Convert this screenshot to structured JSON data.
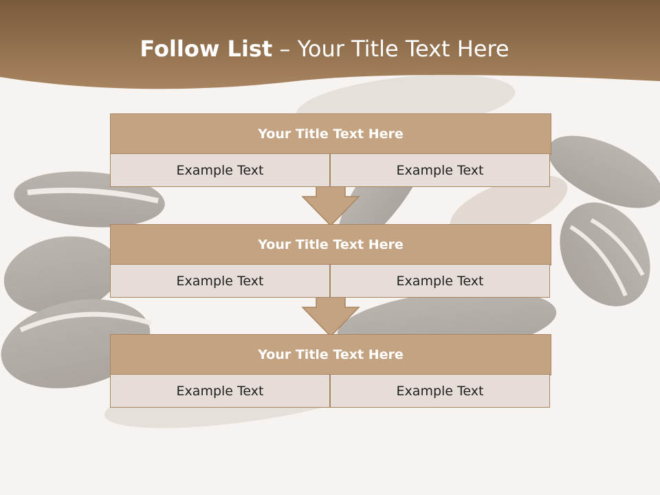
{
  "slide": {
    "title_bold": "Follow List",
    "title_rest": "– Your Title Text Here"
  },
  "blocks": [
    {
      "title": "Your Title Text Here",
      "left": "Example Text",
      "right": "Example Text"
    },
    {
      "title": "Your Title Text Here",
      "left": "Example Text",
      "right": "Example Text"
    },
    {
      "title": "Your Title Text Here",
      "left": "Example Text",
      "right": "Example Text"
    }
  ],
  "colors": {
    "header_brown": "#9a7550",
    "block_title_fill": "#c4a383",
    "block_cell_fill": "#e6ddd8",
    "border": "#a8845f",
    "arrow_fill": "#c4a383"
  }
}
